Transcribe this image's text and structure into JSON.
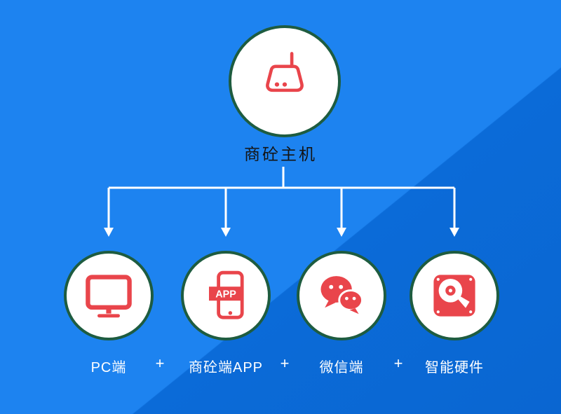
{
  "diagram": {
    "root": {
      "label": "商砼主机",
      "icon": "host-device-icon"
    },
    "separator": "+",
    "children": [
      {
        "label": "PC端",
        "icon": "pc-monitor-icon"
      },
      {
        "label": "商砼端APP",
        "icon": "app-phone-icon",
        "badge_text": "APP"
      },
      {
        "label": "微信端",
        "icon": "wechat-icon"
      },
      {
        "label": "智能硬件",
        "icon": "hard-drive-icon"
      }
    ]
  },
  "colors": {
    "icon_red": "#e9454b",
    "circle_border_green": "#1e5c40",
    "background_blue_light": "#1d83f0",
    "background_blue_dark": "#0a66d1",
    "connector_white": "#ffffff",
    "root_label_dark": "#141414",
    "child_label_white": "#ffffff"
  }
}
